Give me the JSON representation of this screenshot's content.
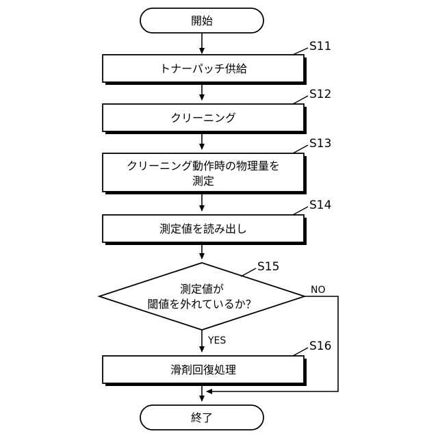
{
  "flowchart": {
    "start": {
      "label": "開始"
    },
    "steps": [
      {
        "id": "S11",
        "lines": [
          "トナーパッチ供給"
        ]
      },
      {
        "id": "S12",
        "lines": [
          "クリーニング"
        ]
      },
      {
        "id": "S13",
        "lines": [
          "クリーニング動作時の物理量を",
          "測定"
        ]
      },
      {
        "id": "S14",
        "lines": [
          "測定値を読み出し"
        ]
      }
    ],
    "decision": {
      "id": "S15",
      "lines": [
        "測定値が",
        "閾値を外れているか？"
      ],
      "yes_label": "YES",
      "no_label": "NO"
    },
    "process_after": {
      "id": "S16",
      "lines": [
        "滑剤回復処理"
      ]
    },
    "end": {
      "label": "終了"
    }
  }
}
